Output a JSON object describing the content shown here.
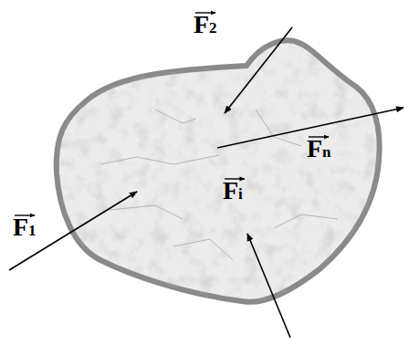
{
  "diagram": {
    "labels": [
      "F2",
      "Fn",
      "F1",
      "Fi"
    ]
  }
}
